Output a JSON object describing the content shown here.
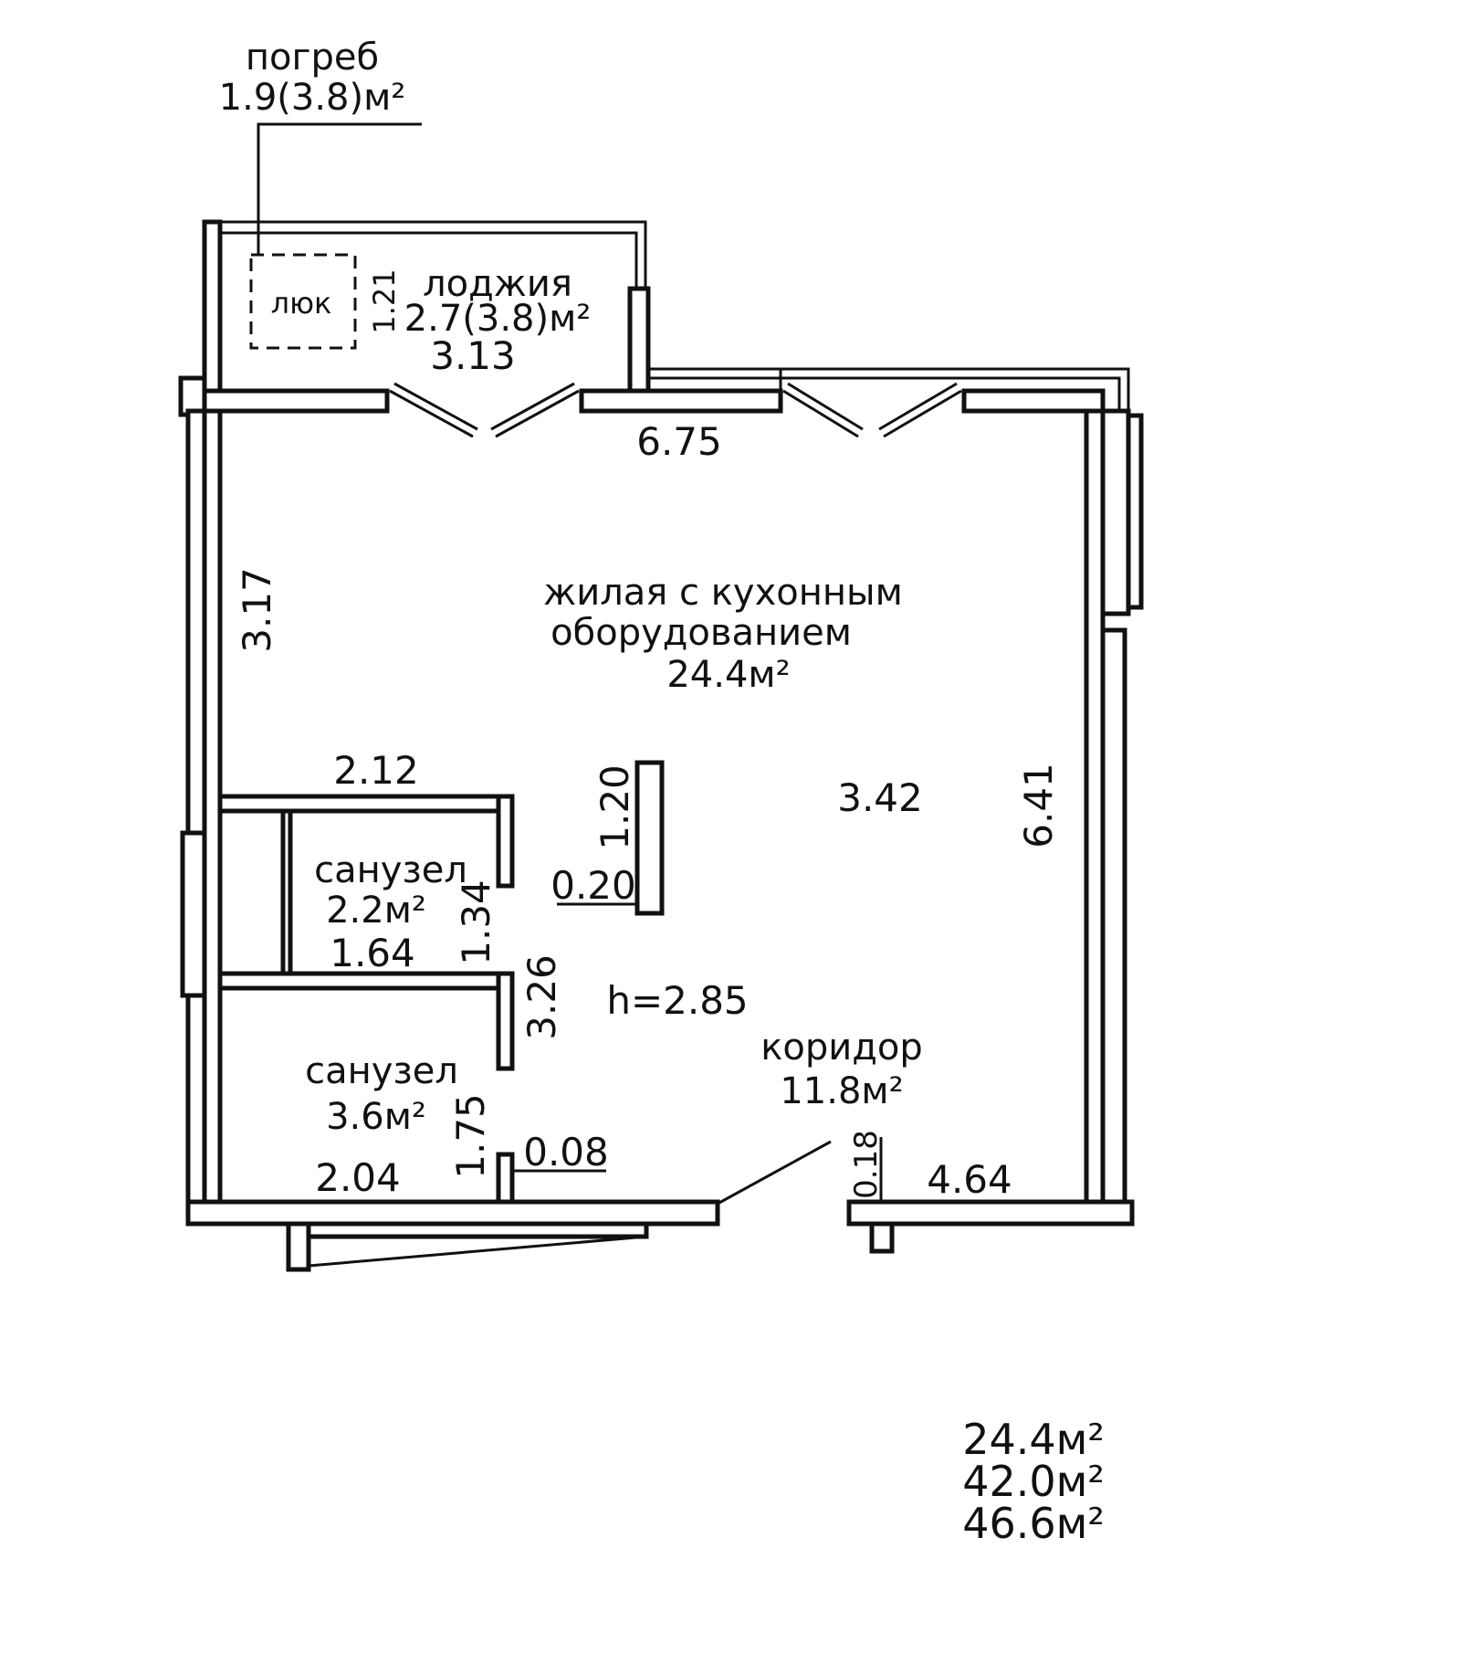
{
  "cellar": {
    "name": "погреб",
    "area": "1.9(3.8)м²"
  },
  "hatch": {
    "label": "люк"
  },
  "loggia": {
    "name": "лоджия",
    "area": "2.7(3.8)м²",
    "dim_length": "3.13",
    "dim_depth": "1.21"
  },
  "living": {
    "name_line1": "жилая с кухонным",
    "name_line2": "оборудованием",
    "area": "24.4м²"
  },
  "bathroom_1": {
    "name": "санузел",
    "area": "2.2м²"
  },
  "bathroom_2": {
    "name": "санузел",
    "area": "3.6м²"
  },
  "corridor": {
    "name": "коридор",
    "area": "11.8м²"
  },
  "ceiling_height": "h=2.85",
  "dimensions": {
    "top_width": "6.75",
    "left_upper": "3.17",
    "right_height": "6.41",
    "center_width": "3.42",
    "bath1_width": "2.12",
    "bath1_inner": "1.64",
    "bath1_depth": "1.34",
    "bath_block": "3.26",
    "bath2_depth": "1.75",
    "bath2_width": "2.04",
    "pillar_height": "1.20",
    "pillar_width": "0.20",
    "wall_thickness": "0.08",
    "door_jamb": "0.18",
    "entry_width": "4.64"
  },
  "totals": [
    "24.4м²",
    "42.0м²",
    "46.6м²"
  ]
}
